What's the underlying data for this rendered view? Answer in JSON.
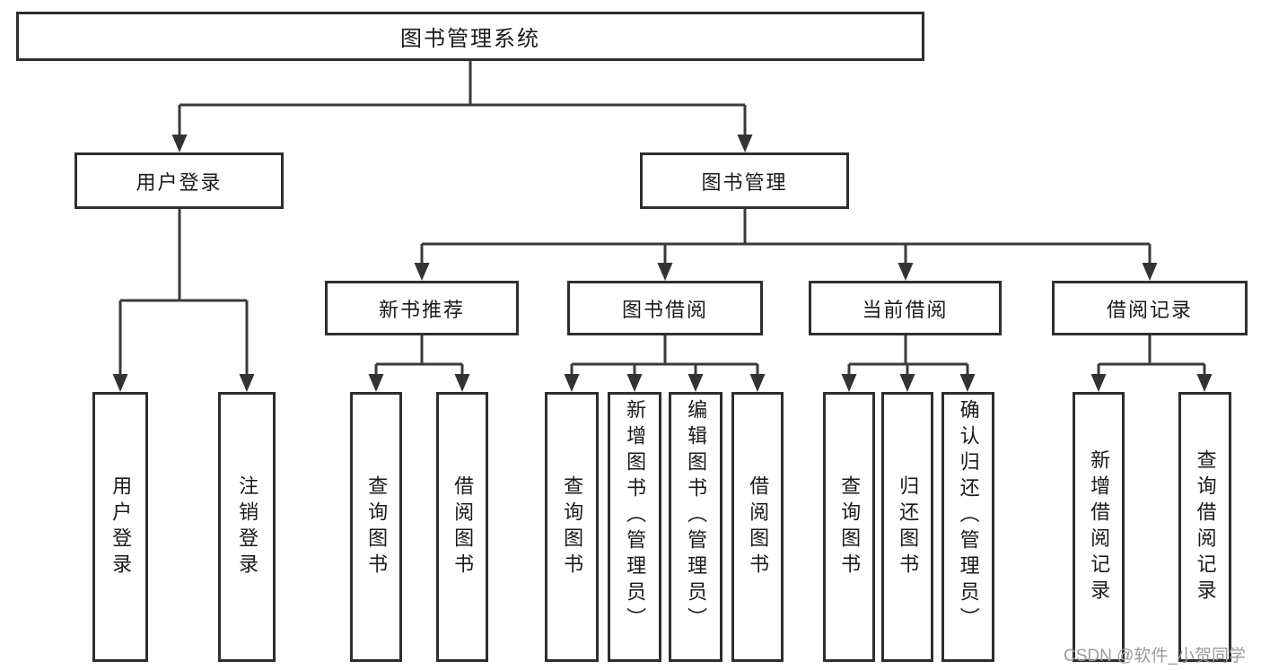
{
  "diagram_type": "hierarchy-tree",
  "colors": {
    "line": "#3a3a3a",
    "box_border": "#2e2e2e",
    "box_background": "#ffffff",
    "text": "#1a1a1a",
    "watermark": "#9b9b9b",
    "background": "#ffffff"
  },
  "tree": {
    "label": "图书管理系统",
    "children": [
      {
        "label": "用户登录",
        "children": [
          {
            "label": "用户登录"
          },
          {
            "label": "注销登录"
          }
        ]
      },
      {
        "label": "图书管理",
        "children": [
          {
            "label": "新书推荐",
            "children": [
              {
                "label": "查询图书"
              },
              {
                "label": "借阅图书"
              }
            ]
          },
          {
            "label": "图书借阅",
            "children": [
              {
                "label": "查询图书"
              },
              {
                "label": "新增图书（管理员）"
              },
              {
                "label": "编辑图书（管理员）"
              },
              {
                "label": "借阅图书"
              }
            ]
          },
          {
            "label": "当前借阅",
            "children": [
              {
                "label": "查询图书"
              },
              {
                "label": "归还图书"
              },
              {
                "label": "确认归还（管理员）"
              }
            ]
          },
          {
            "label": "借阅记录",
            "children": [
              {
                "label": "新增借阅记录"
              },
              {
                "label": "查询借阅记录"
              }
            ]
          }
        ]
      }
    ]
  },
  "watermark": {
    "text": "CSDN @软件_小贺同学"
  }
}
